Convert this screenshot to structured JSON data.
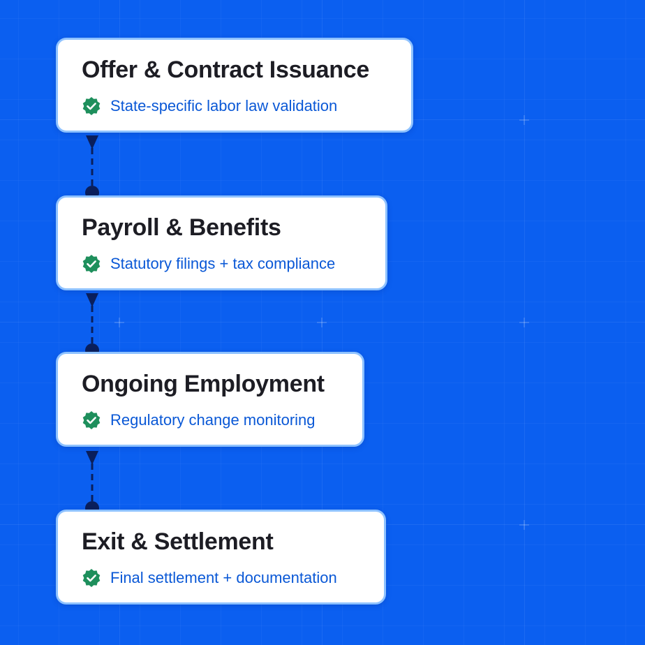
{
  "steps": [
    {
      "title": "Offer & Contract Issuance",
      "detail": "State-specific labor law validation"
    },
    {
      "title": "Payroll & Benefits",
      "detail": "Statutory filings + tax compliance"
    },
    {
      "title": "Ongoing Employment",
      "detail": "Regulatory change monitoring"
    },
    {
      "title": "Exit & Settlement",
      "detail": "Final settlement + documentation"
    }
  ],
  "colors": {
    "background": "#0b5ff0",
    "card_border": "#8ec2ff",
    "title_text": "#1d1d24",
    "detail_text": "#0a58d6",
    "check_badge": "#1e8f5c",
    "connector": "#0a1f5c"
  },
  "icons": {
    "status": "check-badge-icon",
    "connector_start": "arrow-down-icon",
    "connector_end": "dot-icon"
  }
}
